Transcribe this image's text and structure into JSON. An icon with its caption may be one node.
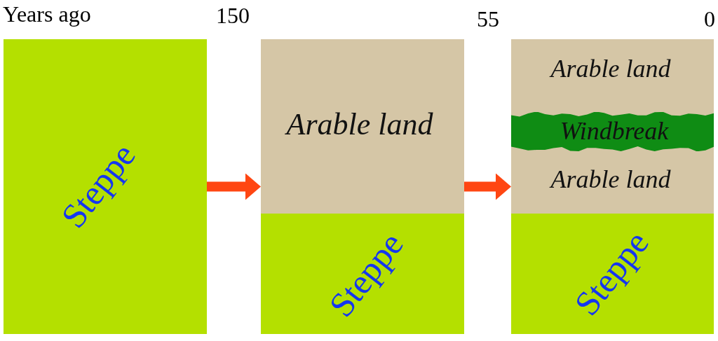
{
  "diagram": {
    "nodes": [
      {
        "text": [
          "Steppe"
        ]
      },
      {
        "text": [],
        "shape": "box"
      },
      {
        "text": [
          "Arable land"
        ],
        "in": 1
      },
      {
        "text": [
          "Steppe"
        ],
        "in": 1
      },
      {
        "text": [],
        "shape": "box"
      },
      {
        "text": [
          "Arable land"
        ],
        "in": 4
      },
      {
        "text": [
          "Windbreak"
        ],
        "in": 4
      },
      {
        "text": [
          "Arable land"
        ],
        "in": 4
      },
      {
        "text": [
          "Steppe"
        ],
        "in": 4
      }
    ],
    "edges": [
      {
        "from": 0,
        "to": 1,
        "arrow": "to"
      },
      {
        "from": 1,
        "to": 4,
        "arrow": "to"
      }
    ],
    "labels": [
      "Years ago",
      "150",
      "55",
      "0"
    ]
  }
}
